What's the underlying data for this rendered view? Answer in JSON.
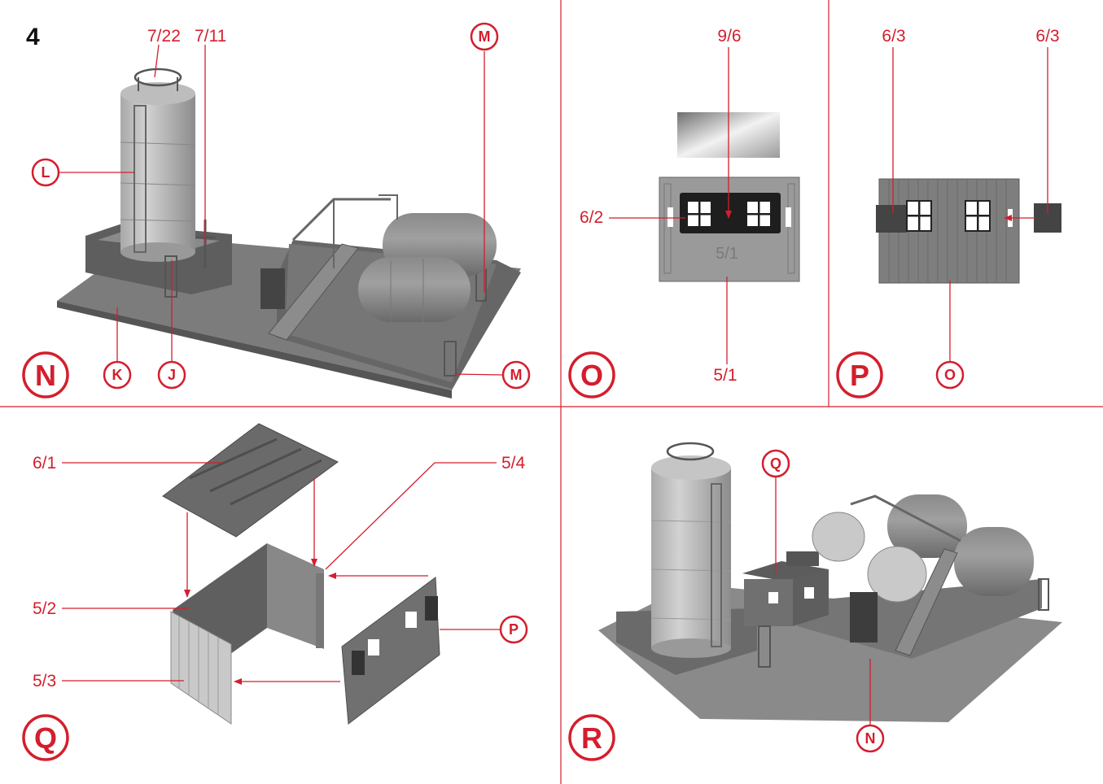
{
  "step_number": "4",
  "colors": {
    "accent": "#d41e2d",
    "part_dark": "#5a5a5a",
    "part_mid": "#8a8a8a",
    "part_light": "#c4c4c4"
  },
  "panel_n": {
    "letter": "N",
    "callouts": {
      "l": "L",
      "k": "K",
      "j": "J",
      "m_top": "M",
      "m_bottom": "M"
    },
    "parts": {
      "p1": "7/22",
      "p2": "7/11"
    }
  },
  "panel_o": {
    "letter": "O",
    "parts": {
      "top": "9/6",
      "left": "6/2",
      "bottom": "5/1",
      "embossed": "5/1"
    }
  },
  "panel_p": {
    "letter": "P",
    "callouts": {
      "o": "O"
    },
    "parts": {
      "left": "6/3",
      "right": "6/3"
    }
  },
  "panel_q": {
    "letter": "Q",
    "callouts": {
      "p": "P"
    },
    "parts": {
      "roof": "6/1",
      "right": "5/4",
      "mid": "5/2",
      "low": "5/3"
    }
  },
  "panel_r": {
    "letter": "R",
    "callouts": {
      "q": "Q",
      "n": "N"
    }
  }
}
